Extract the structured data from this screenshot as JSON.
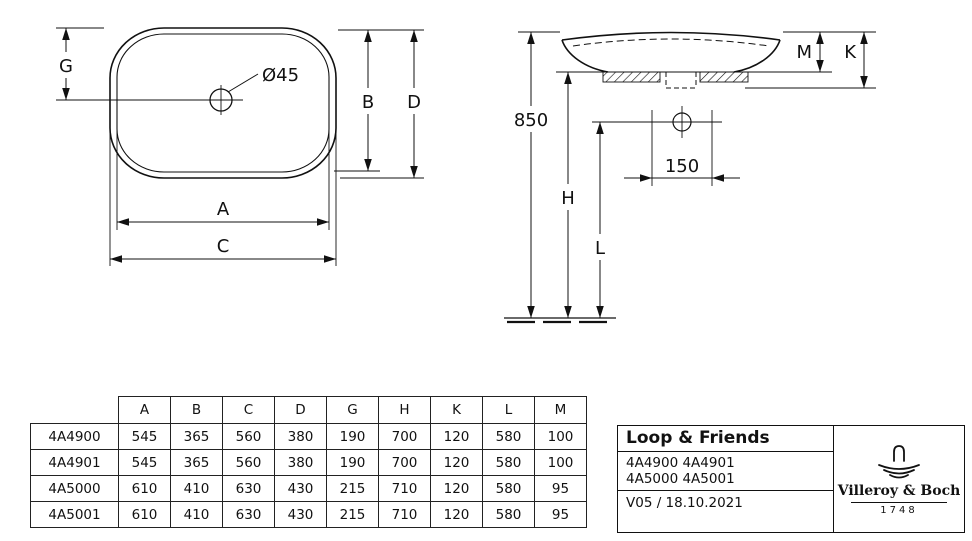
{
  "colors": {
    "ink": "#111111",
    "background": "#ffffff"
  },
  "top_view": {
    "label_g": "G",
    "label_hole_diameter": "Ø45",
    "label_b": "B",
    "label_d": "D",
    "label_a": "A",
    "label_c": "C"
  },
  "side_view": {
    "label_m": "M",
    "label_k": "K",
    "label_height_total": "850",
    "label_h": "H",
    "label_l": "L",
    "label_tap_spacing": "150"
  },
  "table": {
    "corner_label": "",
    "headers": [
      "A",
      "B",
      "C",
      "D",
      "G",
      "H",
      "K",
      "L",
      "M"
    ],
    "rows": [
      {
        "model": "4A4900",
        "values": [
          "545",
          "365",
          "560",
          "380",
          "190",
          "700",
          "120",
          "580",
          "100"
        ]
      },
      {
        "model": "4A4901",
        "values": [
          "545",
          "365",
          "560",
          "380",
          "190",
          "700",
          "120",
          "580",
          "100"
        ]
      },
      {
        "model": "4A5000",
        "values": [
          "610",
          "410",
          "630",
          "430",
          "215",
          "710",
          "120",
          "580",
          "95"
        ]
      },
      {
        "model": "4A5001",
        "values": [
          "610",
          "410",
          "630",
          "430",
          "215",
          "710",
          "120",
          "580",
          "95"
        ]
      }
    ]
  },
  "title_block": {
    "product": "Loop & Friends",
    "models_line1": "4A4900 4A4901",
    "models_line2": "4A5000 4A5001",
    "version": "V05 / 18.10.2021",
    "brand": "Villeroy & Boch",
    "brand_year": "1748"
  }
}
